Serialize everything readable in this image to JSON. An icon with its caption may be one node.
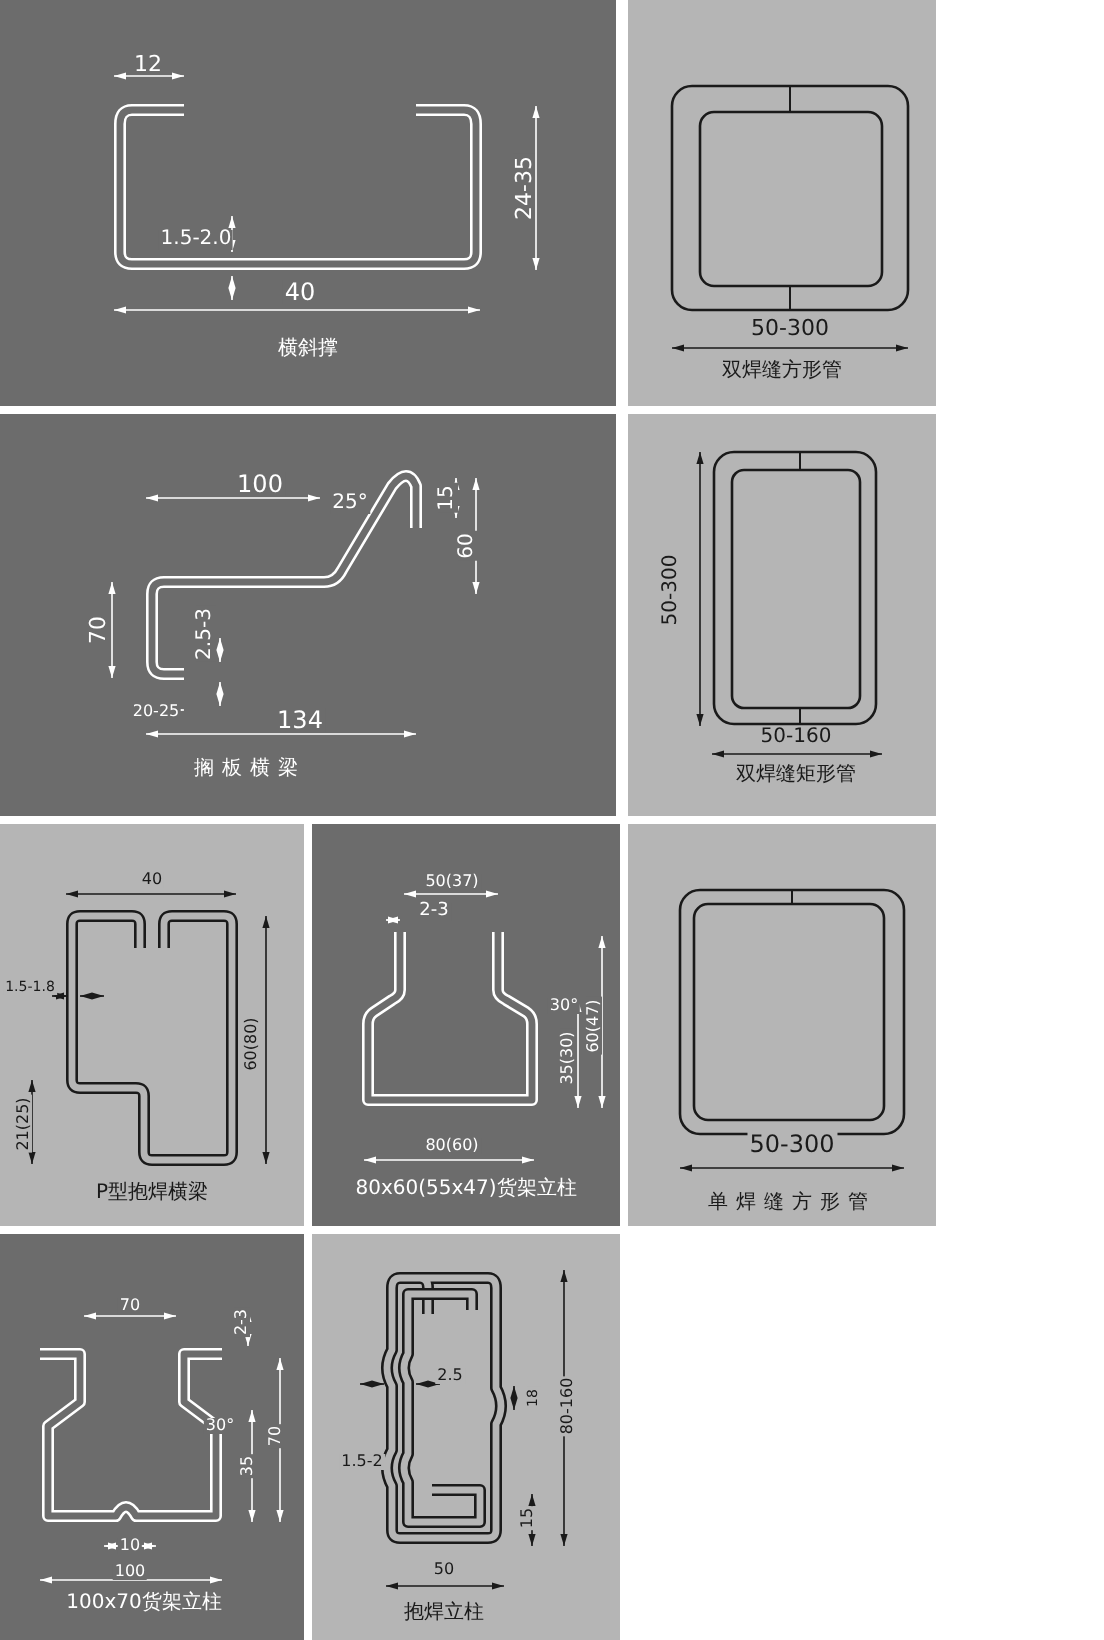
{
  "diagram": {
    "nodes": [
      {
        "text": [
          "12",
          "24-35",
          "1.5-2.0",
          "40",
          "横斜撑"
        ]
      },
      {
        "text": [
          "50-300",
          "双焊缝方形管"
        ]
      },
      {
        "text": [
          "100",
          "25°",
          "15",
          "60",
          "70",
          "2.5-3",
          "20-25",
          "134",
          "搁板横梁"
        ]
      },
      {
        "text": [
          "50-300",
          "50-160",
          "双焊缝矩形管"
        ]
      },
      {
        "text": [
          "40",
          "1.5-1.8",
          "60(80)",
          "21(25)",
          "P型抱焊横梁"
        ]
      },
      {
        "text": [
          "50(37)",
          "2-3",
          "30°",
          "35(30)",
          "60(47)",
          "80(60)",
          "80x60(55x47)货架立柱"
        ]
      },
      {
        "text": [
          "50-300",
          "单焊缝方形管"
        ]
      },
      {
        "text": [
          "70",
          "2-3",
          "30°",
          "70",
          "35",
          "10",
          "100",
          "100x70货架立柱"
        ]
      },
      {
        "text": [
          "2.5",
          "18",
          "80-160",
          "1.5-2",
          "15",
          "50",
          "抱焊立柱"
        ]
      }
    ]
  }
}
